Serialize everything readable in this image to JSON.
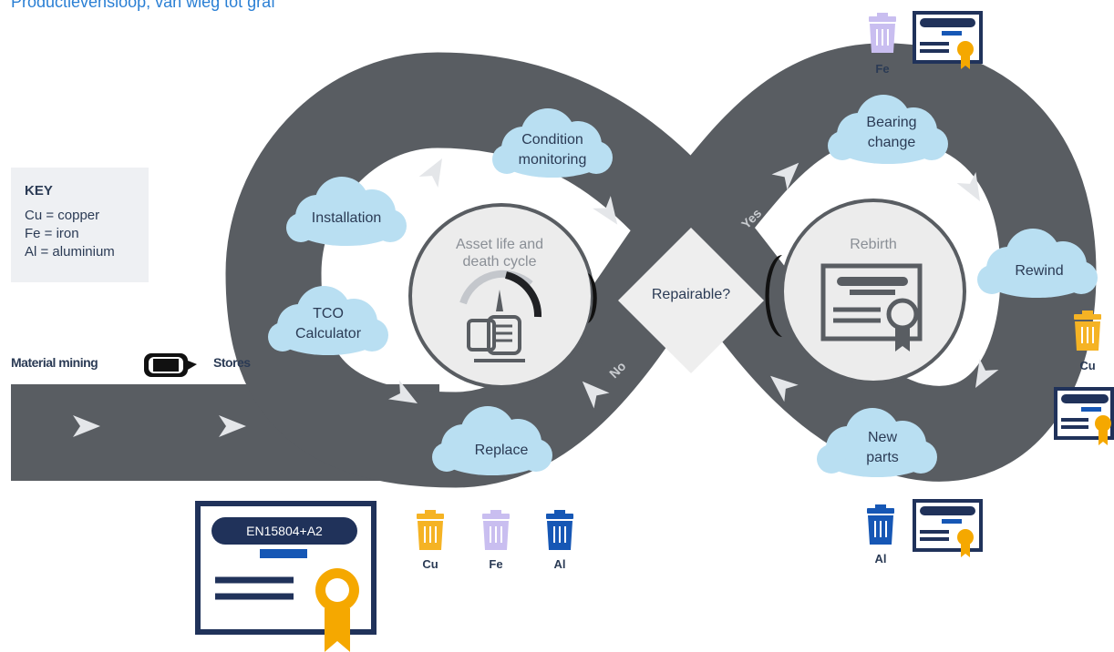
{
  "heading": "Productlevensloop, van wieg tot graf",
  "key": {
    "title": "KEY",
    "lines": [
      "Cu = copper",
      "Fe = iron",
      "Al = aluminium"
    ]
  },
  "road": {
    "start_label": "Material mining",
    "end_label": "Stores"
  },
  "stages": {
    "installation": "Installation",
    "condition": [
      "Condition",
      "monitoring"
    ],
    "tco": [
      "TCO",
      "Calculator"
    ],
    "replace": "Replace",
    "bearing": [
      "Bearing",
      "change"
    ],
    "rewind": "Rewind",
    "new_parts": [
      "New",
      "parts"
    ]
  },
  "hub_left": {
    "title": [
      "Asset life and",
      "death cycle"
    ]
  },
  "hub_right": {
    "title": "Rebirth"
  },
  "decision": {
    "label": "Repairable?",
    "yes": "Yes",
    "no": "No"
  },
  "certificate": {
    "standard": "EN15804+A2"
  },
  "bins": {
    "bottom_group": [
      "Cu",
      "Fe",
      "Al"
    ],
    "top_right": "Fe",
    "right": "Cu",
    "bottom_right": "Al"
  },
  "colors": {
    "road": "#595d62",
    "cloud": "#b9dff2",
    "navy": "#20325a",
    "copper": "#f5b324",
    "iron": "#c9bef0",
    "aluminium": "#1657b5",
    "gold": "#f5a800"
  }
}
